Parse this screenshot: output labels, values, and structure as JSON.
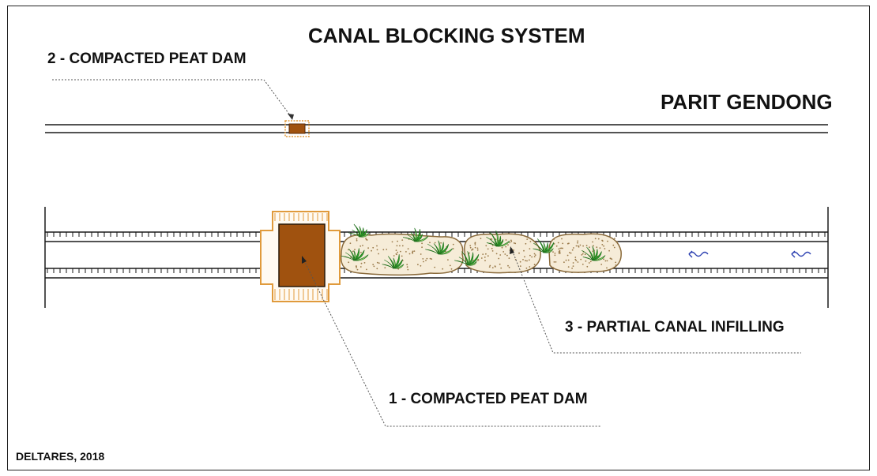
{
  "title": "CANAL BLOCKING SYSTEM",
  "canal_name": "PARIT GENDONG",
  "labels": {
    "dam_small": "2 - COMPACTED PEAT DAM",
    "infilling": "3 - PARTIAL CANAL INFILLING",
    "dam_large": "1 - COMPACTED PEAT DAM"
  },
  "credit": "DELTARES, 2018",
  "colors": {
    "line": "#1a1a1a",
    "dam_fill": "#a0520f",
    "dam_outline": "#e09a3c",
    "infill_stroke": "#8a6a3a",
    "vegetation": "#2fa52a",
    "vegetation_light": "#8fd66a",
    "water": "#2b3fb0"
  }
}
